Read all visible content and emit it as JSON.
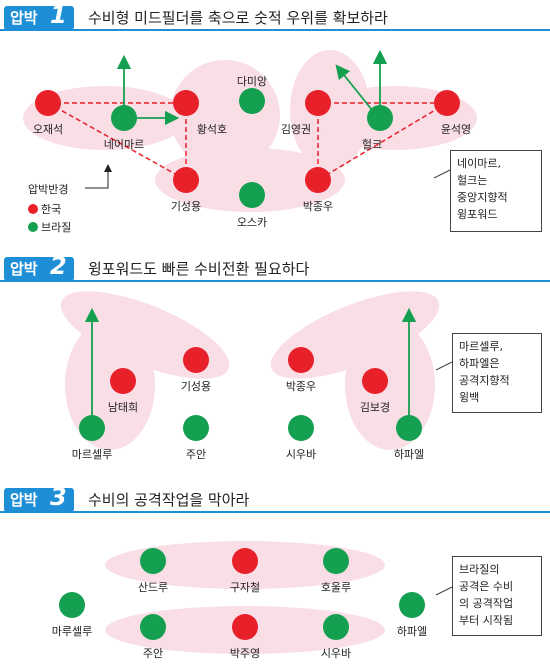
{
  "colors": {
    "korea": "#e8202a",
    "brazil": "#14a050",
    "accent": "#1e8fd6",
    "zone": "#f7d3de"
  },
  "section1": {
    "tag": "압박",
    "num": "1",
    "title": "수비형 미드필더를 축으로 숫적 우위를 확보하라",
    "players": {
      "ojaeseok": "오재석",
      "neymar": "네이마르",
      "hwangseokho": "황석호",
      "damiang": "다미앙",
      "kimyoungkwon": "김영권",
      "hulk": "헐크",
      "yunseokyoung": "윤석영",
      "giseongyong": "기성용",
      "oscar": "오스카",
      "parkjongwoo": "박종우"
    },
    "legend": {
      "pressing": "압박반경",
      "korea": "한국",
      "brazil": "브라질"
    },
    "callout": [
      "네이마르,",
      "헐크는",
      "중앙지향적",
      "윙포워드"
    ]
  },
  "section2": {
    "tag": "압박",
    "num": "2",
    "title": "윙포워드도 빠른 수비전환 필요하다",
    "players": {
      "namtaehee": "남태희",
      "giseongyong": "기성용",
      "parkjongwoo": "박종우",
      "kimbokyung": "김보경",
      "marcelo": "마르셀루",
      "juan": "주안",
      "siuba": "시우바",
      "hapael": "하파엘"
    },
    "callout": [
      "마르셀루,",
      "하파엘은",
      "공격지향적",
      "윙백"
    ]
  },
  "section3": {
    "tag": "압박",
    "num": "3",
    "title": "수비의 공격작업을 막아라",
    "players": {
      "sandru": "산드루",
      "kujacheol": "구자철",
      "hulru": "호울루",
      "marcelo": "마루셀루",
      "hapael": "하파엘",
      "juan": "주안",
      "parkjuyoung": "박주영",
      "siuba": "시우바"
    },
    "callout": [
      "브라질의",
      "공격은 수비",
      "의 공격작업",
      "부터 시작됨"
    ]
  }
}
